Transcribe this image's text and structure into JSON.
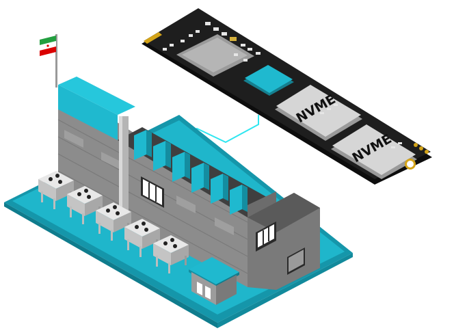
{
  "ssd": {
    "chip_labels": [
      "NVME",
      "NVME"
    ]
  },
  "flag": {
    "country": "Iran",
    "stripe_colors": [
      "#239f40",
      "#ffffff",
      "#da0000"
    ]
  },
  "colors": {
    "accent_cyan": "#1fb9cf",
    "ground_teal": "#1b9db0",
    "pcb_black": "#1b1b1b",
    "chip_gray": "#d6d6d6",
    "building_gray": "#8c8c8c",
    "connection_line": "#2ee6f0"
  },
  "icons": [
    "factory-building",
    "nvme-ssd",
    "iran-flag",
    "rooftop-ac-units",
    "guard-house"
  ]
}
